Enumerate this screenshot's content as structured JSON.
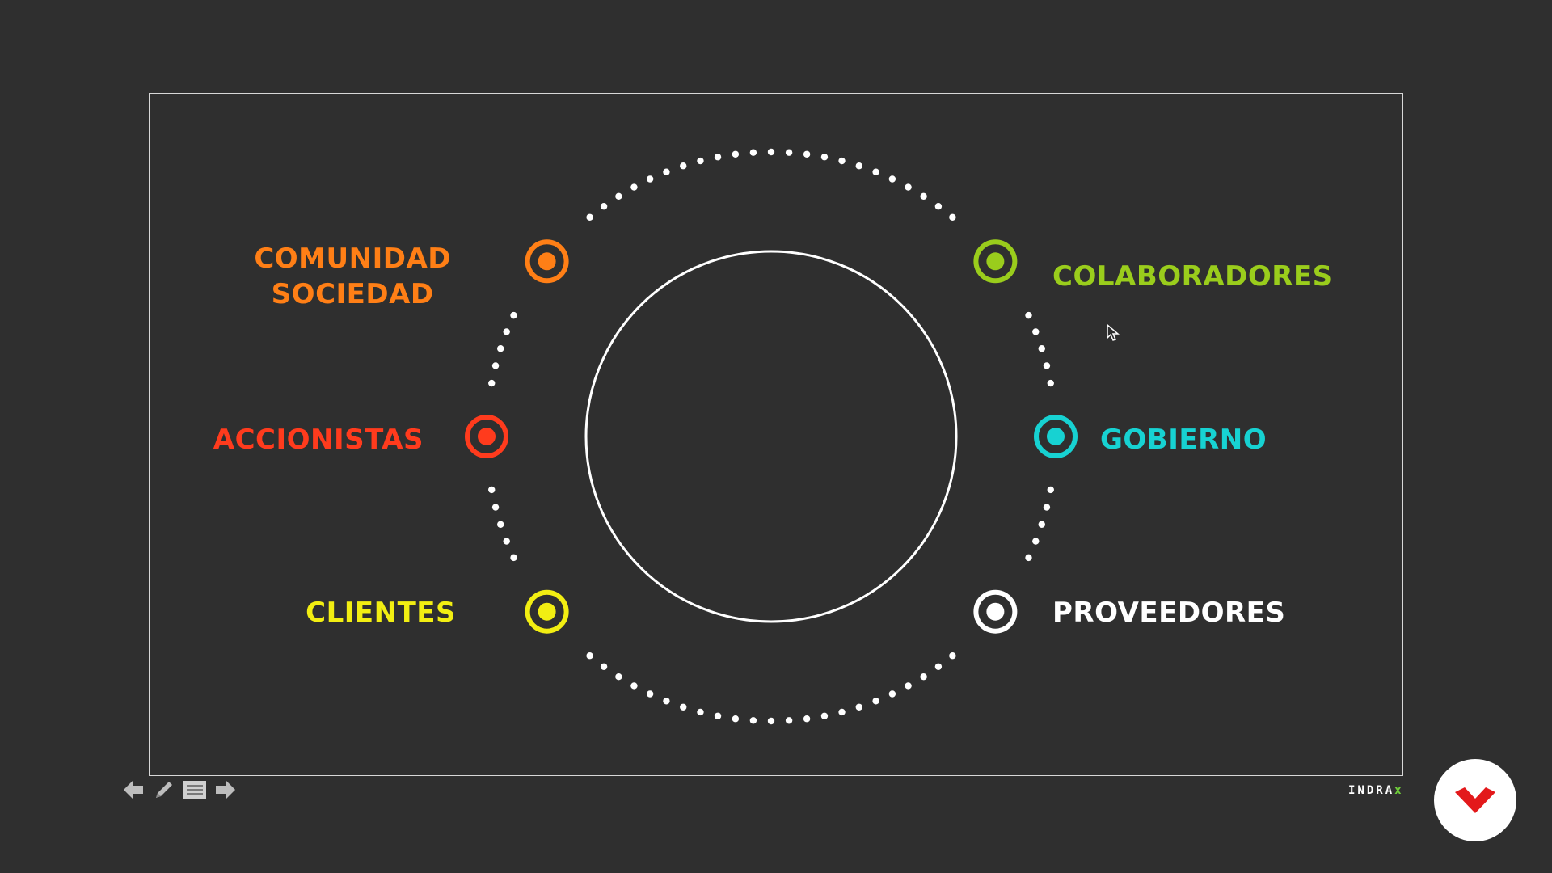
{
  "stakeholders": [
    {
      "id": "comunidad",
      "lines": [
        "COMUNIDAD",
        "SOCIEDAD"
      ],
      "color": "#ff7f16"
    },
    {
      "id": "colaboradores",
      "lines": [
        "COLABORADORES"
      ],
      "color": "#9acd1c"
    },
    {
      "id": "accionistas",
      "lines": [
        "ACCIONISTAS"
      ],
      "color": "#ff3b1d"
    },
    {
      "id": "gobierno",
      "lines": [
        "GOBIERNO"
      ],
      "color": "#17d2d2"
    },
    {
      "id": "clientes",
      "lines": [
        "CLIENTES"
      ],
      "color": "#f2ee12"
    },
    {
      "id": "proveedores",
      "lines": [
        "PROVEEDORES"
      ],
      "color": "#ffffff"
    }
  ],
  "brand": {
    "text": "INDRA",
    "mark": "x"
  },
  "icons": {
    "back": "arrow-left-icon",
    "pen": "pen-icon",
    "menu": "menu-icon",
    "forward": "arrow-right-icon",
    "logo": "red-chevron-logo-icon"
  },
  "colors": {
    "background": "#2f2f2f",
    "ring": "#ffffff",
    "logo": "#e3191b"
  }
}
